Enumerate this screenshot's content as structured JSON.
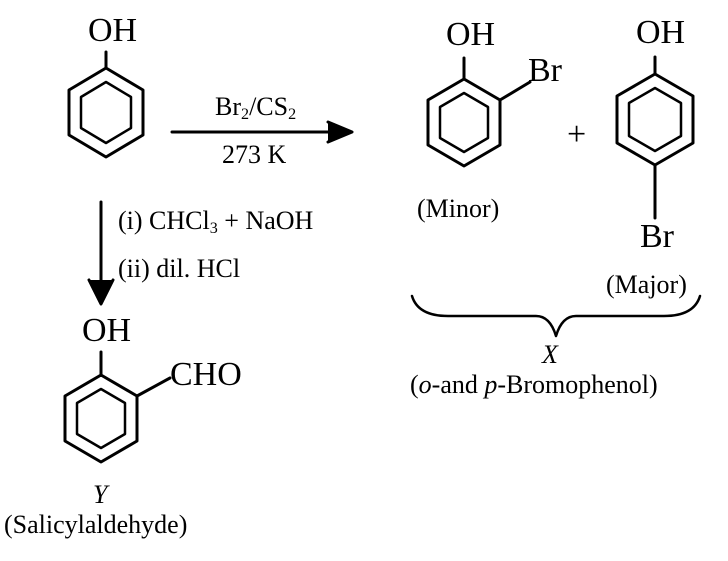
{
  "phenol": {
    "oh": "OH"
  },
  "bromination": {
    "reagent_main": "Br",
    "reagent_sub1": "2",
    "reagent_mid": "/CS",
    "reagent_sub2": "2",
    "condition": "273 K"
  },
  "ortho_product": {
    "oh": "OH",
    "br": "Br",
    "label": "(Minor)"
  },
  "plus": "+",
  "para_product": {
    "oh": "OH",
    "br": "Br",
    "label": "(Major)"
  },
  "product_x": {
    "letter": "X",
    "name_prefix": "(",
    "o": "o",
    "and": "-and ",
    "p": "p",
    "suffix": "-Bromophenol)"
  },
  "reimer_tiemann": {
    "step1_a": "(i) CHCl",
    "step1_sub": "3",
    "step1_b": " + NaOH",
    "step2": "(ii) dil. HCl"
  },
  "product_y": {
    "oh": "OH",
    "cho": "CHO",
    "letter": "Y",
    "name": "(Salicylaldehyde)"
  }
}
